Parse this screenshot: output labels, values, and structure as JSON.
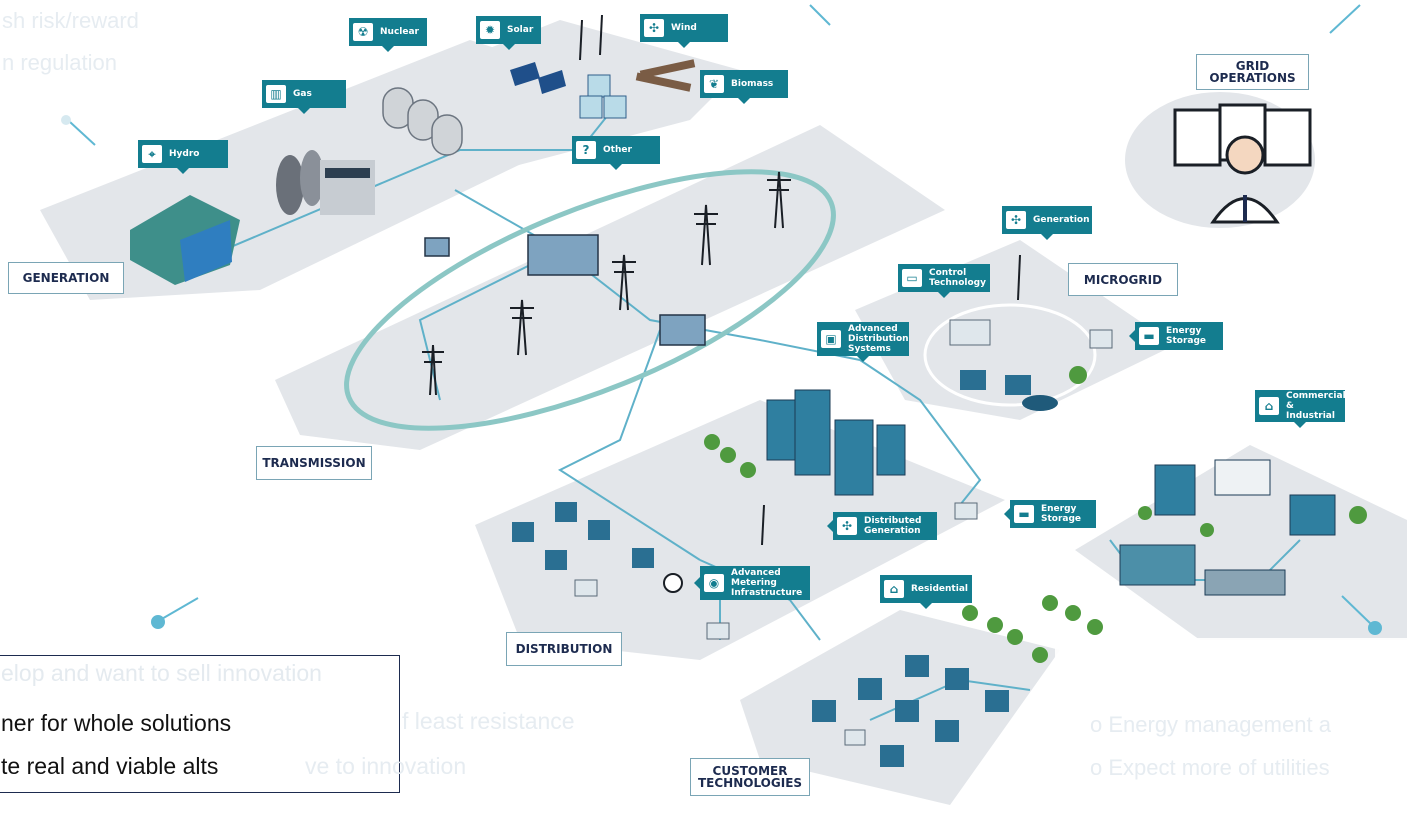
{
  "tags": {
    "nuclear": "Nuclear",
    "solar": "Solar",
    "wind": "Wind",
    "gas": "Gas",
    "biomass": "Biomass",
    "hydro": "Hydro",
    "other": "Other",
    "generation": "Generation",
    "control_technology": "Control Technology",
    "advanced_distribution": "Advanced Distribution Systems",
    "energy_storage_microgrid": "Energy Storage",
    "commercial_industrial": "Commercial & Industrial",
    "distributed_generation": "Distributed Generation",
    "energy_storage_distribution": "Energy Storage",
    "advanced_metering": "Advanced Metering Infrastructure",
    "residential": "Residential"
  },
  "sections": {
    "generation": "GENERATION",
    "transmission": "TRANSMISSION",
    "microgrid": "MICROGRID",
    "grid_operations": "GRID OPERATIONS",
    "distribution": "DISTRIBUTION",
    "customer_technologies": "CUSTOMER TECHNOLOGIES"
  },
  "overlay": {
    "top_left_line1": "sh risk/reward",
    "top_left_line2": "n regulation",
    "faded_line1": "elop and want to sell innovation",
    "faded_line2": "f least resistance",
    "faded_line3": "ve to innovation",
    "dark_line1": "ner for whole solutions",
    "dark_line2": "te real and viable alts",
    "bullet1": "o  Energy management a",
    "bullet2": "o  Expect more of utilities"
  },
  "icons": {
    "nuclear": "radiation-icon",
    "solar": "sun-icon",
    "wind": "wind-turbine-icon",
    "gas": "gas-icon",
    "biomass": "leaf-icon",
    "hydro": "hydro-pylon-icon",
    "other": "question-icon",
    "monitor": "monitor-icon",
    "battery": "battery-icon",
    "factory": "factory-icon",
    "house": "house-icon",
    "meter": "meter-icon"
  },
  "colors": {
    "teal": "#137d8f",
    "navy": "#1d2b4f",
    "platform": "#e3e6ea",
    "line": "#5fb1c9"
  }
}
